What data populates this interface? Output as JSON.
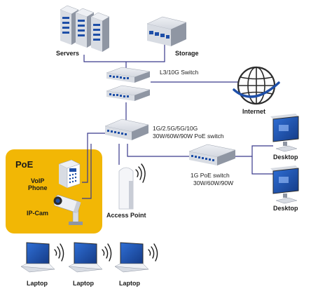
{
  "colors": {
    "link": "#3a3a8c",
    "poe_zone": "#f2b705",
    "device_face": "#c9cdd6",
    "device_dark": "#8f96a3",
    "screen_blue": "#1e4fa8"
  },
  "labels": {
    "servers": "Servers",
    "storage": "Storage",
    "core_switch": "L3/10G Switch",
    "internet": "Internet",
    "mgig_switch_line1": "1G/2.5G/5G/10G",
    "mgig_switch_line2": "30W/60W/90W PoE switch",
    "poe_zone_title": "PoE",
    "voip_line1": "VoIP",
    "voip_line2": "Phone",
    "ipcam": "IP-Cam",
    "access_point": "Access Point",
    "gig_switch_line1": "1G PoE switch",
    "gig_switch_line2": "30W/60W/90W",
    "desktop_top": "Desktop",
    "desktop_bottom": "Desktop",
    "laptop_1": "Laptop",
    "laptop_2": "Laptop",
    "laptop_3": "Laptop"
  },
  "icons": {
    "server": "server-rack-icon",
    "storage": "storage-array-icon",
    "switch": "network-switch-icon",
    "globe": "globe-icon",
    "phone": "voip-phone-icon",
    "camera": "ip-camera-icon",
    "ap": "wireless-access-point-icon",
    "desktop": "desktop-monitor-icon",
    "laptop": "laptop-icon",
    "wifi": "wifi-signal-icon"
  }
}
